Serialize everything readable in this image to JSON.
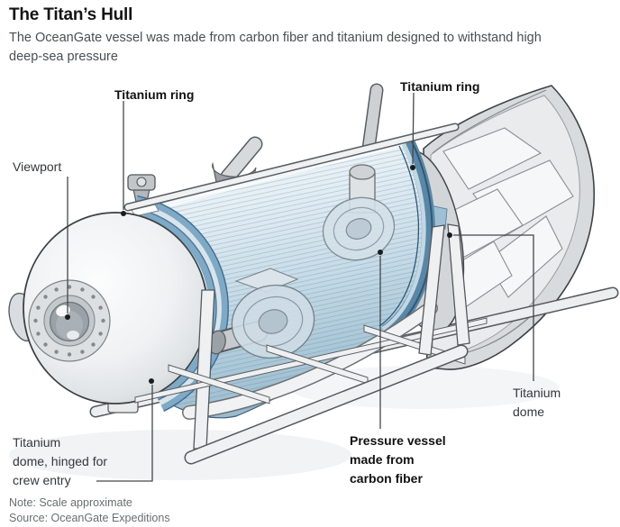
{
  "header": {
    "title": "The Titan’s Hull",
    "subtitle_lines": [
      "The OceanGate vessel was made from carbon fiber and titanium designed to withstand high",
      "deep-sea pressure"
    ]
  },
  "labels": {
    "titanium_ring_left": "Titanium ring",
    "titanium_ring_right": "Titanium ring",
    "viewport": "Viewport",
    "titanium_dome_right": {
      "lines": [
        "Titanium",
        "dome"
      ]
    },
    "titanium_dome_hinged": {
      "lines": [
        "Titanium",
        "dome, hinged for",
        "crew entry"
      ]
    },
    "pressure_vessel": {
      "lines": [
        "Pressure vessel",
        "made from",
        "carbon fiber"
      ]
    }
  },
  "footer": {
    "note": "Note: Scale approximate",
    "source": "Source: OceanGate Expeditions"
  },
  "colors": {
    "hull_blue": "#a8c6d6",
    "titanium_ring_blue": "#7fa9c5",
    "ring_edge_dark": "#3f6f93",
    "metal_gray": "#eceeef",
    "outline": "#44474a",
    "text_dark": "#141414",
    "text_gray": "#6a6e71"
  }
}
